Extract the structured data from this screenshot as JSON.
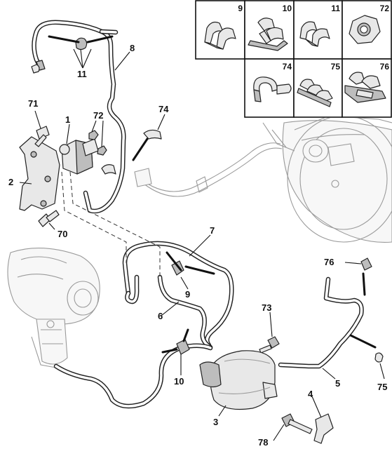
{
  "diagram": {
    "callouts": [
      "1",
      "2",
      "3",
      "4",
      "5",
      "6",
      "7",
      "8",
      "9",
      "10",
      "11",
      "70",
      "71",
      "72",
      "73",
      "74",
      "75",
      "76",
      "78"
    ],
    "inset": {
      "cells": [
        {
          "label": "9",
          "icon": "double-pipe-clip"
        },
        {
          "label": "10",
          "icon": "bracket-pipe-clip"
        },
        {
          "label": "11",
          "icon": "pipe-clip"
        },
        {
          "label": "72",
          "icon": "hex-nut"
        },
        {
          "label": "74",
          "icon": "half-ring-clip"
        },
        {
          "label": "75",
          "icon": "triple-pipe-clip"
        },
        {
          "label": "76",
          "icon": "stepped-pipe-clip"
        }
      ]
    }
  }
}
